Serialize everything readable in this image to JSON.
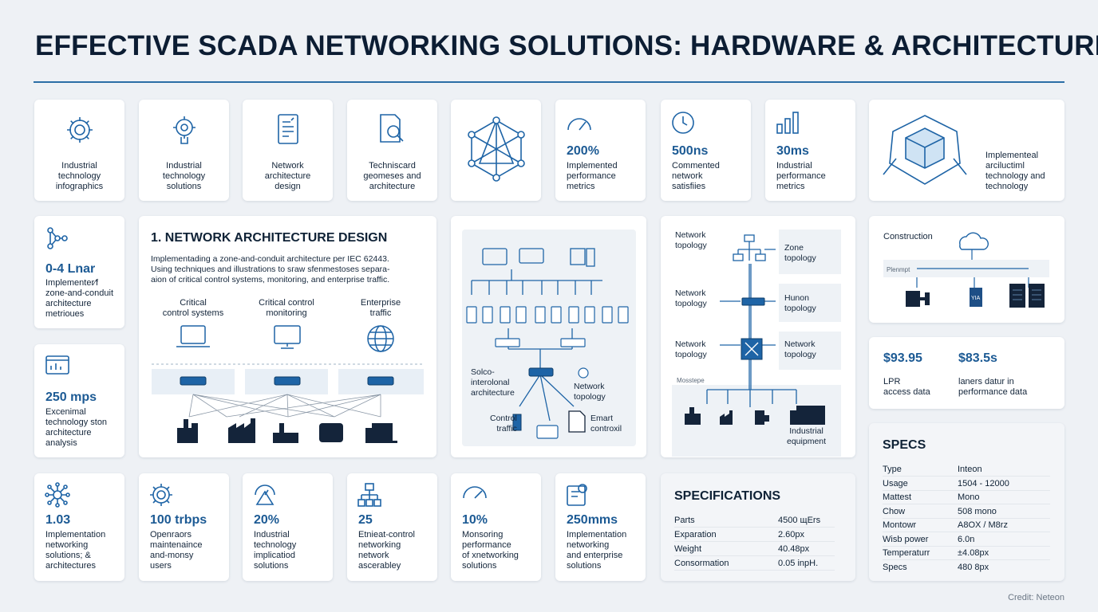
{
  "header": {
    "title": "EFFECTIVE SCADA NETWORKING SOLUTIONS: HARDWARE & ARCHITECTURE"
  },
  "top_cards": [
    {
      "icon": "gear-icon",
      "label": "Industrial\ntechnology\ninfographics"
    },
    {
      "icon": "gear-hand-icon",
      "label": "Industrial\ntechnology\nsolutions"
    },
    {
      "icon": "document-icon",
      "label": "Network\narchitecture\ndesign"
    },
    {
      "icon": "document-search-icon",
      "label": "Techniscard\ngeomeses and\narchitecture"
    },
    {
      "icon": "network-hexagon-icon",
      "label": ""
    },
    {
      "icon": "gauge-icon",
      "value": "200%",
      "label": "Implemented\nperformance\nmetrics"
    },
    {
      "icon": "clock-icon",
      "value": "500ns",
      "label": "Commented\nnetwork\nsatisfiies"
    },
    {
      "icon": "bar-chart-icon",
      "value": "30ms",
      "label": "Industrial\nperformance\nmetrics"
    },
    {
      "icon": "cube-icon",
      "label": "Implementeal\narciluctiml\ntechnology and\ntechnology"
    }
  ],
  "left_cards": [
    {
      "icon": "network-nodes-icon",
      "value": "0-4 Lnar",
      "label": "Implementer⁄f\nzone-and-conduit\narchitecture\nmetrioues"
    },
    {
      "icon": "monitor-chart-icon",
      "value": "250 mps",
      "label": "Excenimal\ntechnology ston\narchitecture\nanalysis"
    }
  ],
  "design": {
    "title": "1. NETWORK ARCHITECTURE DESIGN",
    "body": "Implementading a zone-and-conduit architecture per IEC 62443.\nUsing techniques and illustrations to ѕгаw ѕfenmestoses separa-\naion of critical control systems, monitoring, and enterprise traffic.",
    "zones": [
      {
        "label": "Critical\ncontrol systems",
        "icon": "laptop-icon"
      },
      {
        "label": "Critical control\nmonitoring",
        "icon": "monitor-icon"
      },
      {
        "label": "Enterprise\ntraffic",
        "icon": "globe-icon"
      }
    ]
  },
  "hierarchy": {
    "labels": {
      "left": "Solco-\ninterolonal\narchitecture",
      "topology": "Network\ntopology",
      "control": "Control\ntraffic",
      "emart": "Emart\ncontroxil"
    }
  },
  "topology": {
    "rows": [
      {
        "left": "Network\ntopology",
        "right": "Zone\ntopology"
      },
      {
        "left": "Network\ntopology",
        "right": "Hunon\ntopology"
      },
      {
        "left": "Network\ntopology",
        "right": "Network\ntopology"
      }
    ],
    "bottom_label": "Mosstepe",
    "equipment": "Industrial\nequipment"
  },
  "construction": {
    "title": "Construction",
    "field": "Plenmpt",
    "device_label": "YIA"
  },
  "prices": [
    {
      "value": "$93.95",
      "label": "LPR\naccess data"
    },
    {
      "value": "$83.5s",
      "label": "laners datur in\nperformance data"
    }
  ],
  "bottom_cards": [
    {
      "icon": "network-hub-icon",
      "value": "1.03",
      "label": "Implementation\nnetworking\nsolutions; &\narchitectures"
    },
    {
      "icon": "gear-icon",
      "value": "100 trbps",
      "label": "Openraors\nmaintenaince\nand-monsy\nusers"
    },
    {
      "icon": "triangle-gauge-icon",
      "value": "20%",
      "label": "Industrial\ntechnology\nimplicatiod\nsolutions"
    },
    {
      "icon": "org-chart-icon",
      "value": "25",
      "label": "Etnieat-control\nnetworking\nnetwork\nascerabley"
    },
    {
      "icon": "gauge-icon",
      "value": "10%",
      "label": "Monsoring\nperformance\nof хnetworking\nsolutions"
    },
    {
      "icon": "document-gear-icon",
      "value": "250mms",
      "label": "Implementation\nnetworking\nand enterprise\nsolutions"
    }
  ],
  "specifications": {
    "title": "SPECIFICATIONS",
    "rows": [
      [
        "Parts",
        "4500 щErs"
      ],
      [
        "Exparation",
        "2.60px"
      ],
      [
        "Weight",
        "40.48px"
      ],
      [
        "Consormation",
        "0.05 inpH."
      ]
    ]
  },
  "specs": {
    "title": "SPECS",
    "rows": [
      [
        "Type",
        "Inteon"
      ],
      [
        "Usage",
        "1504 - 12000"
      ],
      [
        "Mattest",
        "Mono"
      ],
      [
        "Chow",
        "508 mono"
      ],
      [
        "Montowr",
        "A8OX / M8rz"
      ],
      [
        "Wisb power",
        "6.0n"
      ],
      [
        "Temperaturr",
        "±4.08px"
      ],
      [
        "Specs",
        "480 8px"
      ]
    ]
  },
  "footer": {
    "credit": "Credit: Neteon"
  },
  "colors": {
    "accent": "#1e64a6",
    "background": "#eef1f5",
    "card": "#ffffff",
    "text": "#0f2236"
  }
}
